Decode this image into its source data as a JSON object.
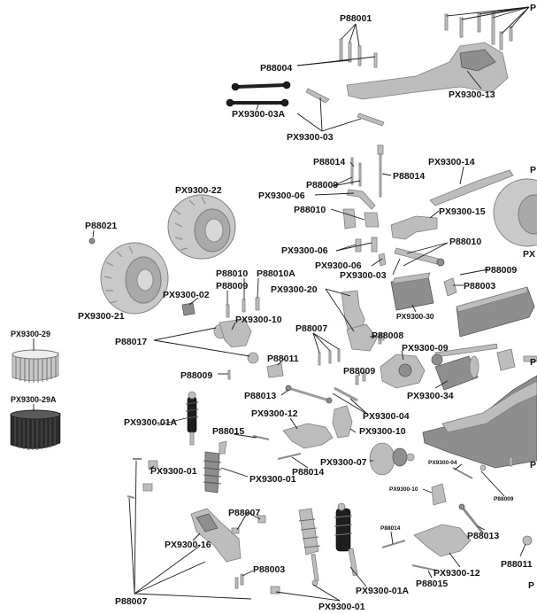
{
  "labels": {
    "p88001": "P88001",
    "p88004": "P88004",
    "px9300_13": "PX9300-13",
    "px9300_03a": "PX9300-03A",
    "px9300_03": "PX9300-03",
    "p88014_a": "P88014",
    "p88014_b": "P88014",
    "p88009_a": "P88009",
    "px9300_06_a": "PX9300-06",
    "px9300_22": "PX9300-22",
    "px9300_14": "PX9300-14",
    "p88010_a": "P88010",
    "px9300_15": "PX9300-15",
    "p88021": "P88021",
    "px9300_06_b": "PX9300-06",
    "p88010_b": "P88010",
    "px9300_06_c": "PX9300-06",
    "px9300_03_b": "PX9300-03",
    "p88009_b": "P88009",
    "p88010_c": "P88010",
    "p88010a": "P88010A",
    "p88009_c": "P88009",
    "p88003_a": "P88003",
    "px9300_20": "PX9300-20",
    "px9300_02": "PX9300-02",
    "px9300_21": "PX9300-21",
    "px9300_10_a": "PX9300-10",
    "px9300_30": "PX9300-30",
    "px9300_29": "PX9300-29",
    "p88007_a": "P88007",
    "p88008": "P88008",
    "p88017": "P88017",
    "px9300_09": "PX9300-09",
    "p88011_a": "P88011",
    "p88009_d": "P88009",
    "p88009_e": "P88009",
    "px9300_29a": "PX9300-29A",
    "p88013_a": "P88013",
    "px9300_34": "PX9300-34",
    "px9300_04_a": "PX9300-04",
    "px9300_12_a": "PX9300-12",
    "px9300_01a_a": "PX9300-01A",
    "p88015_a": "P88015",
    "px9300_10_b": "PX9300-10",
    "p88014_c": "P88014",
    "px9300_07": "PX9300-07",
    "px9300_01_a": "PX9300-01",
    "px9300_01_b": "PX9300-01",
    "px9300_04_b": "PX9300-04",
    "px9300_10_c": "PX9300-10",
    "p88009_f": "P88009",
    "p88007_b": "P88007",
    "px9300_16": "PX9300-16",
    "p88014_d": "P88014",
    "p88013_b": "P88013",
    "p88003_b": "P88003",
    "p88015_b": "P88015",
    "px9300_12_b": "PX9300-12",
    "p88011_b": "P88011",
    "p88007_c": "P88007",
    "px9300_01a_b": "PX9300-01A",
    "px9300_01_c": "PX9300-01",
    "edge_p_top": "P",
    "edge_px": "PX",
    "edge_p_mid": "P",
    "edge_p_right1": "P",
    "edge_p_right2": "P",
    "edge_p_bottom": "P"
  },
  "colors": {
    "part_fill": "#bdbdbd",
    "part_dark": "#8e8e8e",
    "shock_dark": "#1e1e1e",
    "ink": "#111111"
  }
}
